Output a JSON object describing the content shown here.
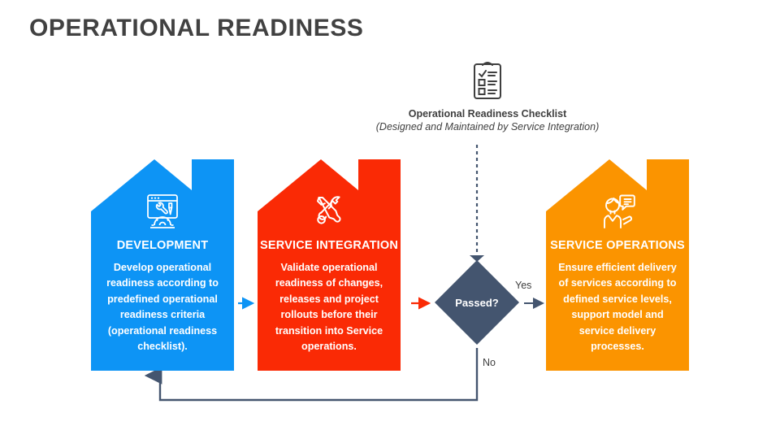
{
  "page": {
    "title": "OPERATIONAL READINESS",
    "background_color": "#ffffff",
    "title_color": "#414141"
  },
  "checklist": {
    "icon": "clipboard-checklist-icon",
    "title": "Operational Readiness Checklist",
    "subtitle": "(Designed and Maintained by Service Integration)",
    "line_style": "dashed",
    "line_color": "#44556f"
  },
  "stages": [
    {
      "id": "development",
      "name": "DEVELOPMENT",
      "description": "Develop operational readiness according to predefined operational readiness criteria (operational readiness checklist).",
      "color": "#0d94f5",
      "icon": "browser-tools-gear-icon"
    },
    {
      "id": "service-integration",
      "name": "SERVICE INTEGRATION",
      "description": "Validate operational readiness of changes, releases and project rollouts before their transition into Service operations.",
      "color": "#fa2a05",
      "icon": "wrench-screwdriver-icon"
    },
    {
      "id": "service-operations",
      "name": "SERVICE OPERATIONS",
      "description": "Ensure efficient delivery of services according to defined service levels, support model and service delivery processes.",
      "color": "#fb9400",
      "icon": "support-agent-chat-icon"
    }
  ],
  "decision": {
    "label": "Passed?",
    "color": "#44556f",
    "yes_label": "Yes",
    "no_label": "No"
  },
  "connectors": {
    "development_to_integration_color": "#0d94f5",
    "integration_to_decision_color": "#fa2a05",
    "yes_branch_color": "#44556f",
    "no_branch_color": "#44556f"
  }
}
